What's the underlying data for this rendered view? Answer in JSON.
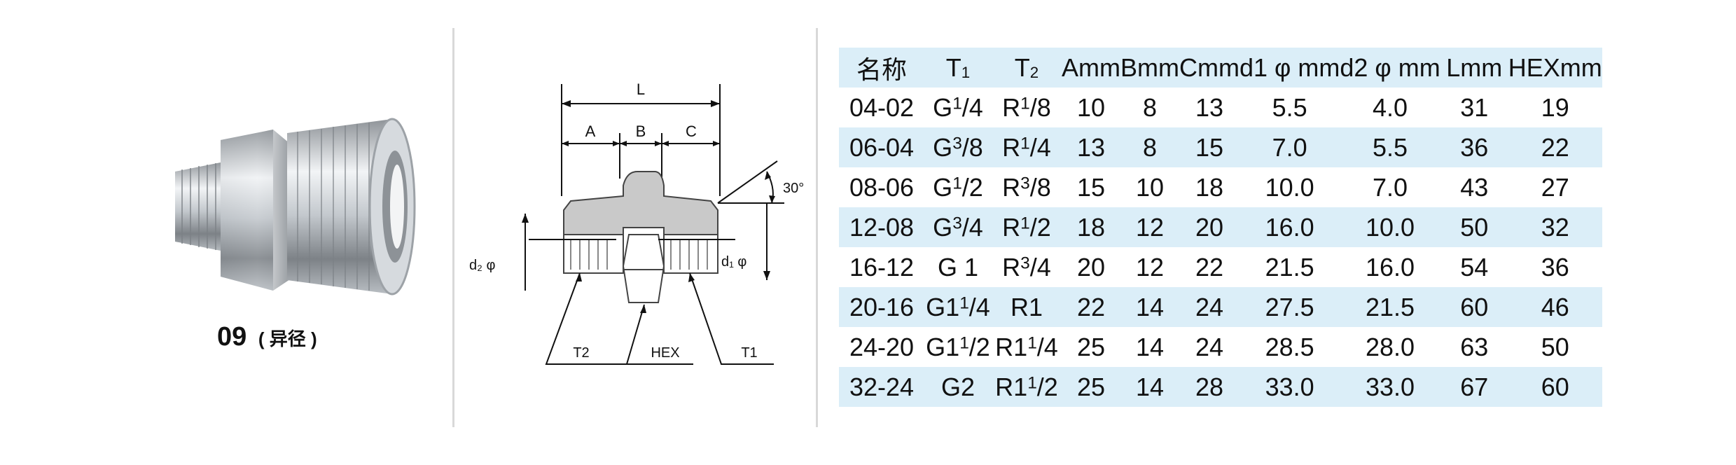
{
  "product": {
    "code": "09",
    "subtitle": "( 异径 )"
  },
  "drawing": {
    "labels": {
      "L": "L",
      "A": "A",
      "B": "B",
      "C": "C",
      "angle": "30°",
      "d2": "d₂ φ",
      "d1": "d₁ φ",
      "T2": "T2",
      "HEX": "HEX",
      "T1": "T1"
    }
  },
  "table": {
    "headers": [
      {
        "text": "名称"
      },
      {
        "text": "T",
        "sub": "1"
      },
      {
        "text": "T",
        "sub": "2"
      },
      {
        "text": "Amm"
      },
      {
        "text": "Bmm"
      },
      {
        "text": "Cmm"
      },
      {
        "text": "d1 φ mm"
      },
      {
        "text": "d2 φ mm"
      },
      {
        "text": "Lmm"
      },
      {
        "text": "HEXmm"
      }
    ],
    "rows": [
      [
        "04-02",
        "G1/4",
        "R1/8",
        "10",
        "8",
        "13",
        "5.5",
        "4.0",
        "31",
        "19"
      ],
      [
        "06-04",
        "G3/8",
        "R1/4",
        "13",
        "8",
        "15",
        "7.0",
        "5.5",
        "36",
        "22"
      ],
      [
        "08-06",
        "G1/2",
        "R3/8",
        "15",
        "10",
        "18",
        "10.0",
        "7.0",
        "43",
        "27"
      ],
      [
        "12-08",
        "G3/4",
        "R1/2",
        "18",
        "12",
        "20",
        "16.0",
        "10.0",
        "50",
        "32"
      ],
      [
        "16-12",
        "G 1",
        "R3/4",
        "20",
        "12",
        "22",
        "21.5",
        "16.0",
        "54",
        "36"
      ],
      [
        "20-16",
        "G11/4",
        "R1",
        "22",
        "14",
        "24",
        "27.5",
        "21.5",
        "60",
        "46"
      ],
      [
        "24-20",
        "G11/2",
        "R11/4",
        "25",
        "14",
        "24",
        "28.5",
        "28.0",
        "63",
        "50"
      ],
      [
        "32-24",
        "G2",
        "R11/2",
        "25",
        "14",
        "28",
        "33.0",
        "33.0",
        "67",
        "60"
      ]
    ]
  }
}
